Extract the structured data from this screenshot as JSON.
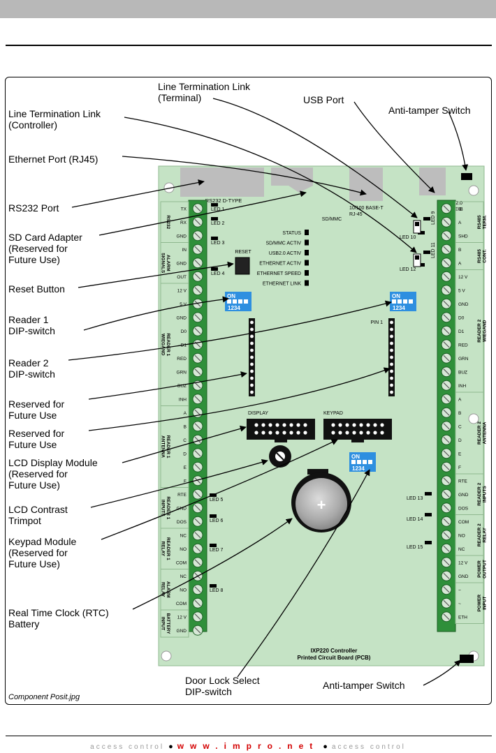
{
  "callouts": [
    "Line Termination Link\n(Terminal)",
    "USB Port",
    "Anti-tamper Switch",
    "Line Termination Link\n(Controller)",
    "Ethernet Port (RJ45)",
    "RS232 Port",
    "SD Card Adapter\n(Reserved for\nFuture Use)",
    "Reset Button",
    "Reader 1\nDIP-switch",
    "Reader 2\nDIP-switch",
    "Reserved for\nFuture Use",
    "Reserved for\nFuture Use",
    "LCD Display Module\n(Reserved for\nFuture Use)",
    "LCD Contrast\nTrimpot",
    "Keypad Module\n(Reserved for\nFuture Use)",
    "Real Time Clock (RTC)\nBattery",
    "Door Lock Select\nDIP-switch",
    "Anti-tamper Switch"
  ],
  "caption": "Component Posit.jpg",
  "pcb_title": [
    "IXP220 Controller",
    "Printed Circuit Board (PCB)"
  ],
  "board_labels": {
    "rs232": "RS232 D-TYPE",
    "ethernet": [
      "10/100 BASE-T",
      "RJ-45"
    ],
    "sdmmc": "SD/MMC",
    "usb": [
      "USB2.0",
      "TYPE-B"
    ],
    "reset": "RESET",
    "display": "DISPLAY",
    "keypad": "KEYPAD",
    "pin1": "PIN 1",
    "dip_on": "ON",
    "dip_nums": "1234"
  },
  "status_leds": [
    "STATUS",
    "SD/MMC ACTIV",
    "USB2.0 ACTIV",
    "ETHERNET ACTIV",
    "ETHERNET SPEED",
    "ETHERNET LINK"
  ],
  "leds": [
    "LED 1",
    "LED 2",
    "LED 3",
    "LED 4",
    "LED 5",
    "LED 6",
    "LED 7",
    "LED 8",
    "LED 9",
    "LED 10",
    "LED 11",
    "LED 12",
    "LED 13",
    "LED 14",
    "LED 15"
  ],
  "left_groups": [
    {
      "name": "RS232",
      "pins": [
        "TX",
        "RX",
        "GND"
      ]
    },
    {
      "name": "ALARM\nSIGNALS",
      "pins": [
        "IN",
        "GND",
        "OUT"
      ]
    },
    {
      "name": "READER 1\nWIEGAND",
      "pins": [
        "12 V",
        "5 V",
        "GND",
        "D0",
        "D1",
        "RED",
        "GRN",
        "BUZ",
        "INH"
      ]
    },
    {
      "name": "READER 1\nANTENNA",
      "pins": [
        "A",
        "B",
        "C",
        "D",
        "E",
        "F"
      ]
    },
    {
      "name": "READER 1\nINPUTS",
      "pins": [
        "RTE",
        "GND",
        "DOS"
      ]
    },
    {
      "name": "READER 1\nRELAY",
      "pins": [
        "NC",
        "NO",
        "COM"
      ]
    },
    {
      "name": "ALARM\nRELAY",
      "pins": [
        "NC",
        "NO",
        "COM"
      ]
    },
    {
      "name": "BATTERY\nINPUT",
      "pins": [
        "12 V",
        "GND"
      ]
    }
  ],
  "right_groups": [
    {
      "name": "RS485\nTERM.",
      "pins": [
        "B",
        "A",
        "SHD"
      ]
    },
    {
      "name": "RS485\nCONT.",
      "pins": [
        "B",
        "A"
      ]
    },
    {
      "name": "READER 2\nWIEGAND",
      "pins": [
        "12 V",
        "5 V",
        "GND",
        "D0",
        "D1",
        "RED",
        "GRN",
        "BUZ",
        "INH"
      ]
    },
    {
      "name": "READER 2\nANTENNA",
      "pins": [
        "A",
        "B",
        "C",
        "D",
        "E",
        "F"
      ]
    },
    {
      "name": "READER 2\nINPUTS",
      "pins": [
        "RTE",
        "GND",
        "DOS"
      ]
    },
    {
      "name": "READER 2\nRELAY",
      "pins": [
        "COM",
        "NO",
        "NC"
      ]
    },
    {
      "name": "POWER\nOUTPUT",
      "pins": [
        "12 V",
        "GND"
      ]
    },
    {
      "name": "POWER\nINPUT",
      "pins": [
        "~",
        "~",
        "ETH"
      ]
    }
  ],
  "footer": {
    "left": "access control",
    "url": "www.impro.net",
    "right": "access control"
  }
}
